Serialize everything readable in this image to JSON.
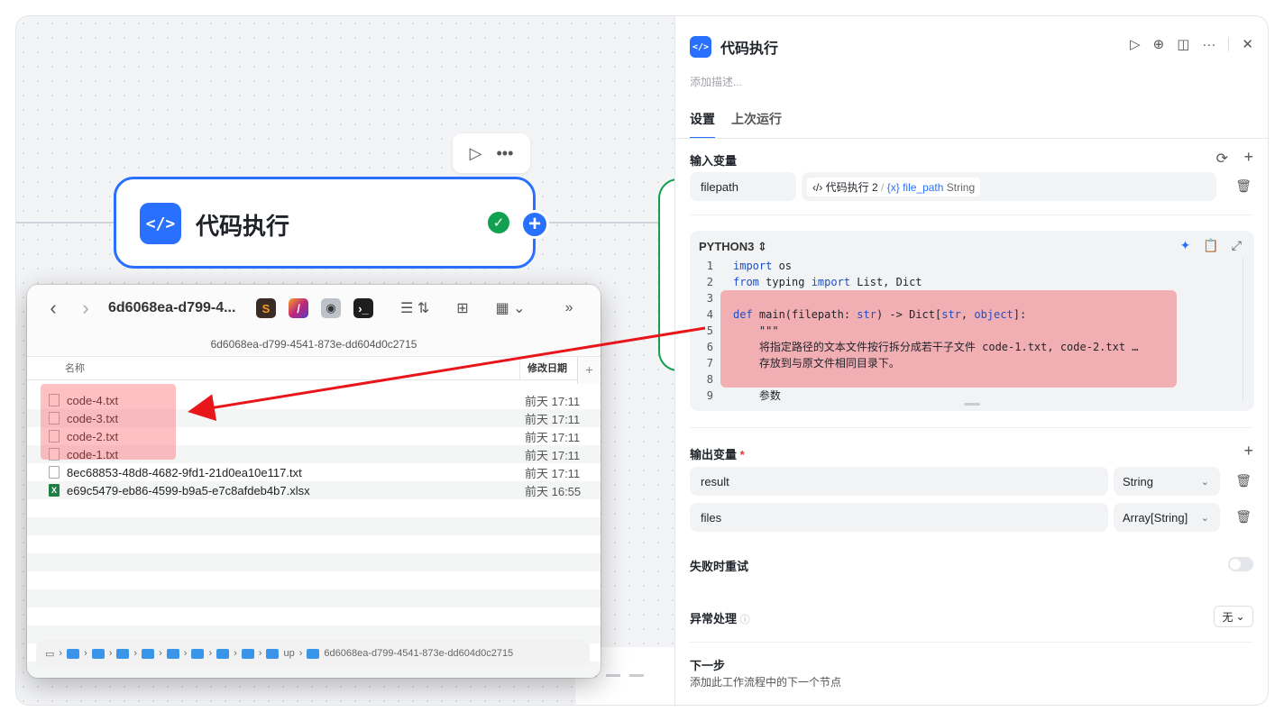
{
  "canvas": {
    "node_title": "代码执行",
    "node_badge": "</>",
    "toolbar": {
      "run_icon": "play-icon",
      "more_icon": "more-icon"
    }
  },
  "finder": {
    "title": "6d6068ea-d799-4...",
    "path_title": "6d6068ea-d799-4541-873e-dd604d0c2715",
    "col_name": "名称",
    "col_date": "修改日期",
    "files": [
      {
        "name": "code-4.txt",
        "date": "前天 17:11",
        "type": "txt"
      },
      {
        "name": "code-3.txt",
        "date": "前天 17:11",
        "type": "txt"
      },
      {
        "name": "code-2.txt",
        "date": "前天 17:11",
        "type": "txt"
      },
      {
        "name": "code-1.txt",
        "date": "前天 17:11",
        "type": "txt"
      },
      {
        "name": "8ec68853-48d8-4682-9fd1-21d0ea10e117.txt",
        "date": "前天 17:11",
        "type": "txt"
      },
      {
        "name": "e69c5479-eb86-4599-b9a5-e7c8afdeb4b7.xlsx",
        "date": "前天 16:55",
        "type": "xlsx"
      }
    ],
    "pathbar_up": "up",
    "pathbar_last": "6d6068ea-d799-4541-873e-dd604d0c2715",
    "scroll_plus": "+"
  },
  "panel": {
    "title": "代码执行",
    "badge": "</>",
    "description_placeholder": "添加描述...",
    "tabs": {
      "settings": "设置",
      "last_run": "上次运行"
    },
    "input_vars": {
      "title": "输入变量",
      "name": "filepath",
      "ref_node": "代码执行 2",
      "ref_sep": "/",
      "ref_var": "{x} file_path",
      "ref_type": "String"
    },
    "code": {
      "language": "PYTHON3",
      "lines": [
        {
          "n": "1",
          "text": "import os"
        },
        {
          "n": "2",
          "text": "from typing import List, Dict"
        },
        {
          "n": "3",
          "text": ""
        },
        {
          "n": "4",
          "text": "def main(filepath: str) -> Dict[str, object]:"
        },
        {
          "n": "5",
          "text": "    \"\"\""
        },
        {
          "n": "6",
          "text": "    将指定路径的文本文件按行拆分成若干子文件 code-1.txt, code-2.txt …"
        },
        {
          "n": "7",
          "text": "    存放到与原文件相同目录下。"
        },
        {
          "n": "8",
          "text": ""
        },
        {
          "n": "9",
          "text": "    参数"
        }
      ]
    },
    "output_vars": {
      "title": "输出变量",
      "required_mark": "*",
      "items": [
        {
          "name": "result",
          "type": "String"
        },
        {
          "name": "files",
          "type": "Array[String]"
        }
      ]
    },
    "retry": {
      "label": "失败时重试"
    },
    "error": {
      "label": "异常处理",
      "value": "无"
    },
    "next": {
      "title": "下一步",
      "desc": "添加此工作流程中的下一个节点"
    }
  }
}
